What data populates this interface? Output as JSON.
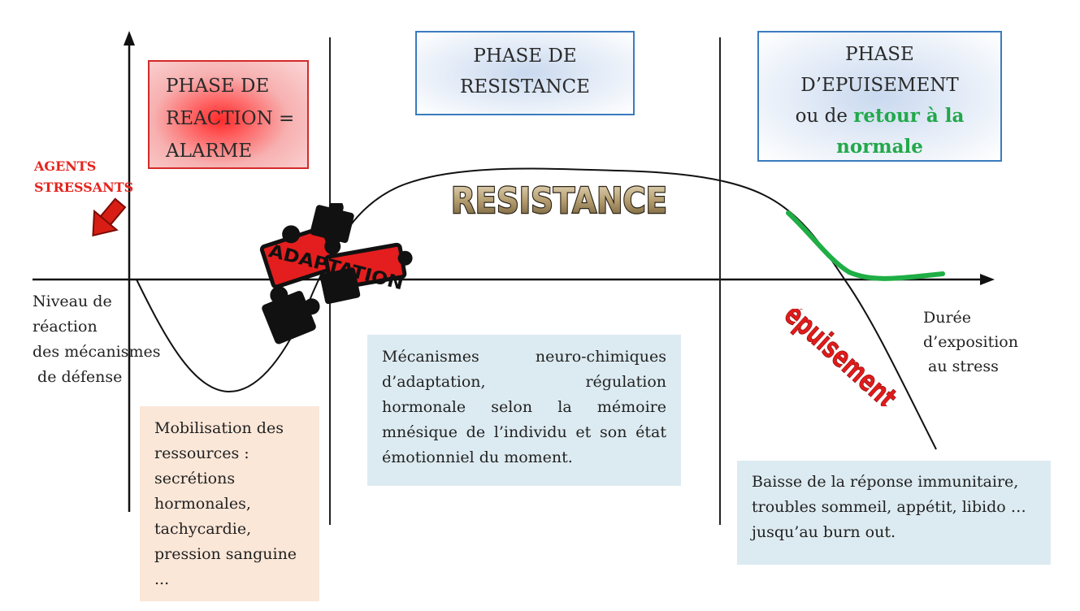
{
  "phases": {
    "reaction": [
      "PHASE DE",
      "REACTION =",
      "ALARME"
    ],
    "resistance": [
      "PHASE DE",
      "RESISTANCE"
    ],
    "epuisement": {
      "line1": "PHASE",
      "line2": "D’EPUISEMENT",
      "line3_prefix": "ou de ",
      "line3_green": "retour à la",
      "line4_green": "normale"
    }
  },
  "agents": [
    "AGENTS",
    "STRESSANTS"
  ],
  "axis": {
    "ylabel": [
      "Niveau de",
      "réaction",
      "des mécanismes",
      " de défense"
    ],
    "xlabel": [
      "Durée",
      "d’exposition",
      " au stress"
    ]
  },
  "logos": {
    "resistance": "RESISTANCE",
    "adaptation": "ADAPTATION",
    "epuisement": "épuisement"
  },
  "info": {
    "alarm": [
      "Mobilisation des",
      "ressources :",
      "secrétions",
      "hormonales,",
      "tachycardie,",
      "pression sanguine",
      "..."
    ],
    "resistance": [
      "Mécanismes neuro-chimiques",
      "d’adaptation, régulation",
      "hormonale selon la mémoire",
      "mnésique de l’individu et son état",
      "émotionniel du moment."
    ],
    "epuisement": [
      "Baisse de la réponse immunitaire,",
      "troubles sommeil, appétit, libido …",
      "jusqu’au burn out."
    ]
  },
  "colors": {
    "alarm_red": "#e5241e",
    "phase_border_blue": "#3a7bbf",
    "normal_green": "#22a84a",
    "alarm_info_bg": "#fbe7d8",
    "info_bg": "#dcebf1"
  }
}
